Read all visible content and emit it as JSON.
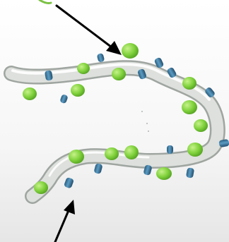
{
  "illustration": {
    "subject": "chromosome-strand-with-protein-beads",
    "annotation_text": "",
    "colors": {
      "background_top": "#ffffff",
      "background_bottom": "#e9e9e9",
      "strand_fill": "#dde0dc",
      "strand_shadow": "#9fa5a0",
      "strand_highlight": "#ffffff",
      "bead_green": "#7fd13b",
      "bead_green_dark": "#4e9a1e",
      "bead_blue": "#3f7fa6",
      "bead_blue_dark": "#1f4e6e",
      "arrow": "#000000",
      "accent_green": "#7ac143"
    },
    "arrows": [
      "arrow-top-pointing-to-strand",
      "arrow-bottom-pointing-to-strand"
    ]
  }
}
